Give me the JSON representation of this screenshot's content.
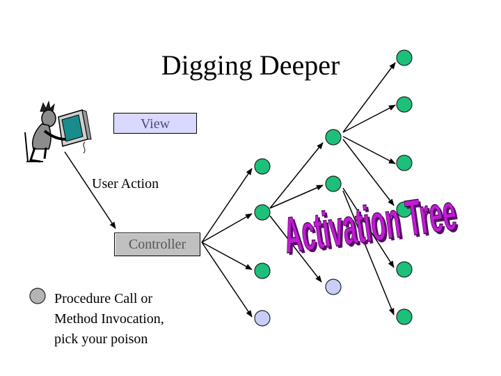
{
  "title": "Digging Deeper",
  "view_label": "View",
  "user_action_label": "User Action",
  "controller_label": "Controller",
  "legend": {
    "lines": [
      "Procedure Call or",
      "Method Invocation,",
      "pick your poison"
    ],
    "color": "#b4b4b4"
  },
  "wordart": {
    "text": "Activation Tree",
    "fill_color": "#c41ad6",
    "shadow_color": "#5a0a6a"
  },
  "node_colors": {
    "active": "#1cc07a",
    "pending": "#c8cdfa",
    "legend": "#b4b4b4"
  },
  "icons": [
    "person-at-computer-icon",
    "circle-node-icon",
    "arrow-icon"
  ]
}
